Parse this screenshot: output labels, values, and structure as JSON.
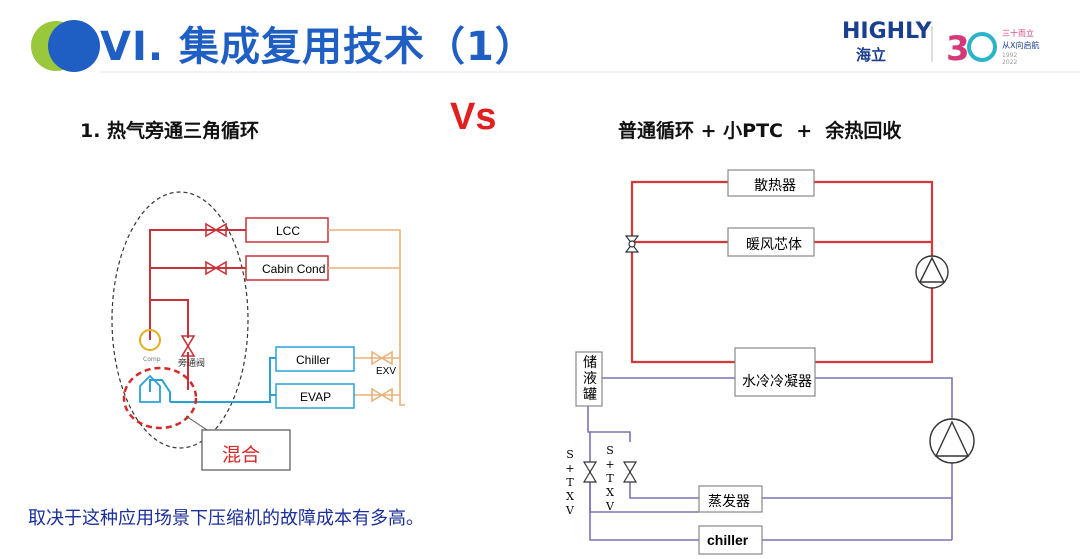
{
  "header": {
    "title": "VI. 集成复用技术（1）",
    "logo_brand": "HIGHLY",
    "logo_cn": "海立",
    "anniv_cn": "三十而立",
    "anniv_sub": "从X向启航",
    "anniv_years": "1992 2022"
  },
  "left": {
    "title": "1. 热气旁通三角循环",
    "lcc": "LCC",
    "cabin_cond": "Cabin Cond",
    "chiller": "Chiller",
    "evap": "EVAP",
    "exv": "EXV",
    "comp": "Comp",
    "bypass_valve": "旁通阀",
    "mix": "混合"
  },
  "vs": "Vs",
  "right": {
    "title": "普通循环 + 小PTC  +  余热回收",
    "radiator": "散热器",
    "heater_core": "暖风芯体",
    "water_cond": "水冷冷凝器",
    "receiver": [
      "储",
      "液",
      "罐"
    ],
    "stxv": [
      "S",
      "+",
      "T",
      "X",
      "V"
    ],
    "evaporator": "蒸发器",
    "chiller": "chiller"
  },
  "footer": {
    "note": "取决于这种应用场景下压缩机的故障成本有多高。"
  },
  "colors": {
    "title_blue": "#1f5fc4",
    "red_line": "#c8323a",
    "orange_line": "#e8b27a",
    "cyan_line": "#2aa2d6",
    "purple_line": "#6d6db8",
    "vs_red": "#e0201f"
  }
}
